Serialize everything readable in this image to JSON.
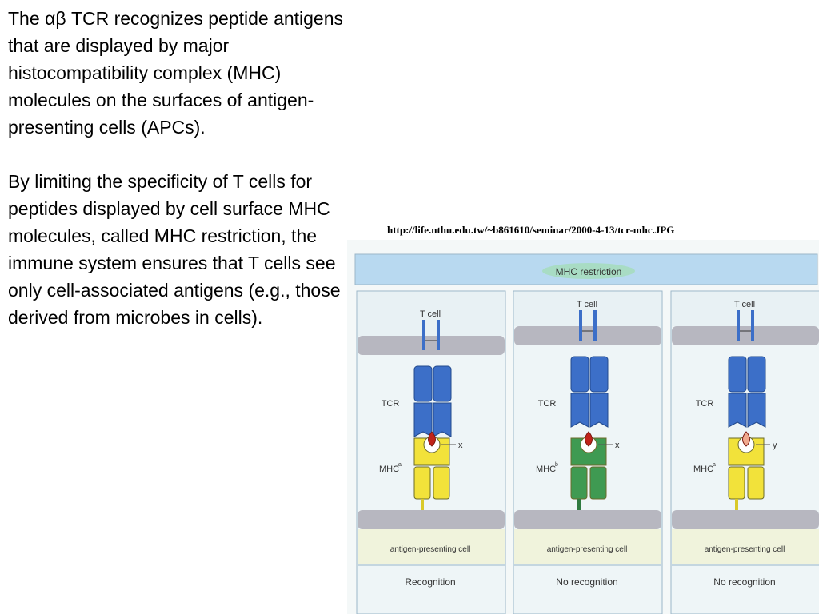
{
  "text": {
    "paragraph1": "The αβ TCR recognizes peptide antigens that are displayed by major histocompatibility complex (MHC) molecules on the surfaces of antigen-presenting cells (APCs).",
    "paragraph2": "By limiting the specificity of T cells for peptides displayed by cell surface MHC molecules, called MHC restriction, the immune system ensures that T cells see only cell-associated antigens (e.g., those derived from microbes in cells)."
  },
  "figure": {
    "source_url": "http://life.nthu.edu.tw/~b861610/seminar/2000-4-13/tcr-mhc.JPG",
    "title": "MHC restriction",
    "panels": [
      {
        "t_cell": "T cell",
        "tcr": "TCR",
        "mhc": "MHC",
        "mhc_sup": "a",
        "peptide": "x",
        "apc": "antigen-presenting cell",
        "result": "Recognition",
        "mhc_color": "#f2e23a",
        "peptide_color": "#c0231a"
      },
      {
        "t_cell": "T cell",
        "tcr": "TCR",
        "mhc": "MHC",
        "mhc_sup": "b",
        "peptide": "x",
        "apc": "antigen-presenting cell",
        "result": "No recognition",
        "mhc_color": "#3f9a52",
        "peptide_color": "#c0231a"
      },
      {
        "t_cell": "T cell",
        "tcr": "TCR",
        "mhc": "MHC",
        "mhc_sup": "a",
        "peptide": "y",
        "apc": "antigen-presenting cell",
        "result": "No recognition",
        "mhc_color": "#f2e23a",
        "peptide_color": "#f0a98e"
      }
    ],
    "colors": {
      "tcr": "#3c6fc8",
      "membrane": "#b7b7c0",
      "header_bg": "#b8d9f0",
      "title_pill": "#a8dcc4"
    }
  }
}
